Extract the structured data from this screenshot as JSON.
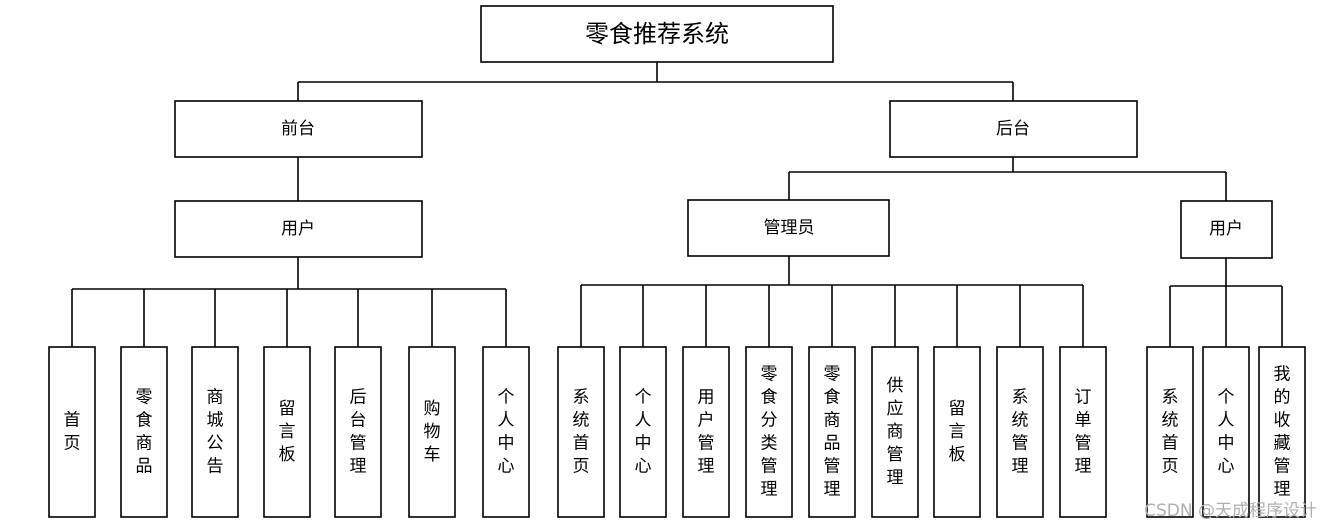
{
  "root": "零食推荐系统",
  "front": {
    "label": "前台",
    "user": {
      "label": "用户",
      "items": [
        "首页",
        "零食商品",
        "商城公告",
        "留言板",
        "后台管理",
        "购物车",
        "个人中心"
      ]
    }
  },
  "back": {
    "label": "后台",
    "admin": {
      "label": "管理员",
      "items": [
        "系统首页",
        "个人中心",
        "用户管理",
        "零食分类管理",
        "零食商品管理",
        "供应商管理",
        "留言板",
        "系统管理",
        "订单管理"
      ]
    },
    "user": {
      "label": "用户",
      "items": [
        "系统首页",
        "个人中心",
        "我的收藏管理"
      ]
    }
  },
  "watermark": "CSDN @天成程序设计"
}
